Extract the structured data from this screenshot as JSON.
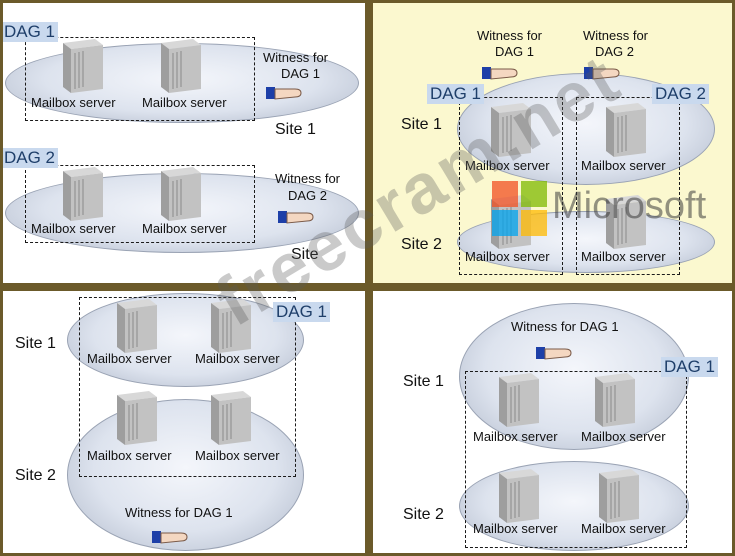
{
  "colors": {
    "frame": "#6b5a2a",
    "panel_yellow": "#fbf8cf",
    "dag_label_bg": "#c9d9ee",
    "dag_label_text": "#1f3f6a"
  },
  "labels": {
    "dag1": "DAG 1",
    "dag2": "DAG 2",
    "mailbox": "Mailbox server",
    "site1": "Site 1",
    "site2": "Site 2",
    "site": "Site",
    "witness_for": "Witness for",
    "witness_dag1": "Witness for DAG 1"
  },
  "watermark": "freecram.net",
  "logo_text": "Microsoft",
  "icons": [
    "server-icon",
    "witness-hand-icon",
    "microsoft-logo-icon"
  ]
}
